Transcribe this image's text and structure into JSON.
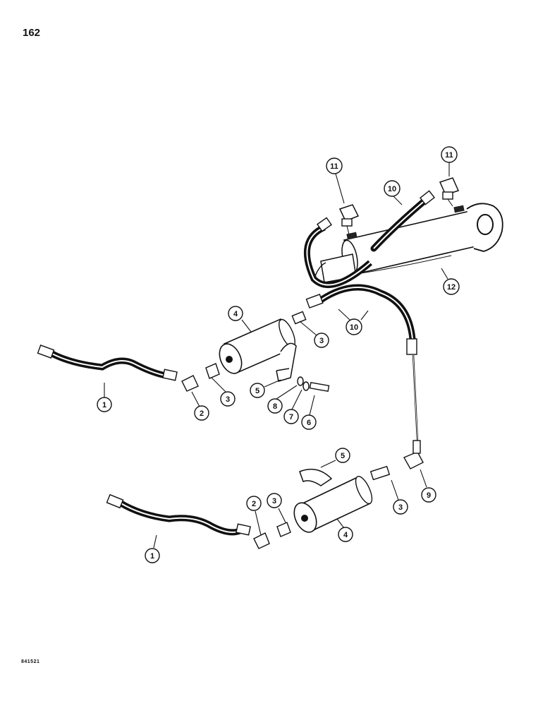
{
  "page": {
    "number": "162",
    "figure_code": "841521"
  },
  "callouts": [
    {
      "id": "c1a",
      "label": "1"
    },
    {
      "id": "c2a",
      "label": "2"
    },
    {
      "id": "c3a",
      "label": "3"
    },
    {
      "id": "c4a",
      "label": "4"
    },
    {
      "id": "c3b",
      "label": "3"
    },
    {
      "id": "c5a",
      "label": "5"
    },
    {
      "id": "c8a",
      "label": "8"
    },
    {
      "id": "c7a",
      "label": "7"
    },
    {
      "id": "c6a",
      "label": "6"
    },
    {
      "id": "c3c",
      "label": "3"
    },
    {
      "id": "c10a",
      "label": "10"
    },
    {
      "id": "c10b",
      "label": "10"
    },
    {
      "id": "c11a",
      "label": "11"
    },
    {
      "id": "c11b",
      "label": "11"
    },
    {
      "id": "c12a",
      "label": "12"
    },
    {
      "id": "c5b",
      "label": "5"
    },
    {
      "id": "c9a",
      "label": "9"
    },
    {
      "id": "c3d",
      "label": "3"
    },
    {
      "id": "c4b",
      "label": "4"
    },
    {
      "id": "c3e",
      "label": "3"
    },
    {
      "id": "c2b",
      "label": "2"
    },
    {
      "id": "c1b",
      "label": "1"
    }
  ]
}
